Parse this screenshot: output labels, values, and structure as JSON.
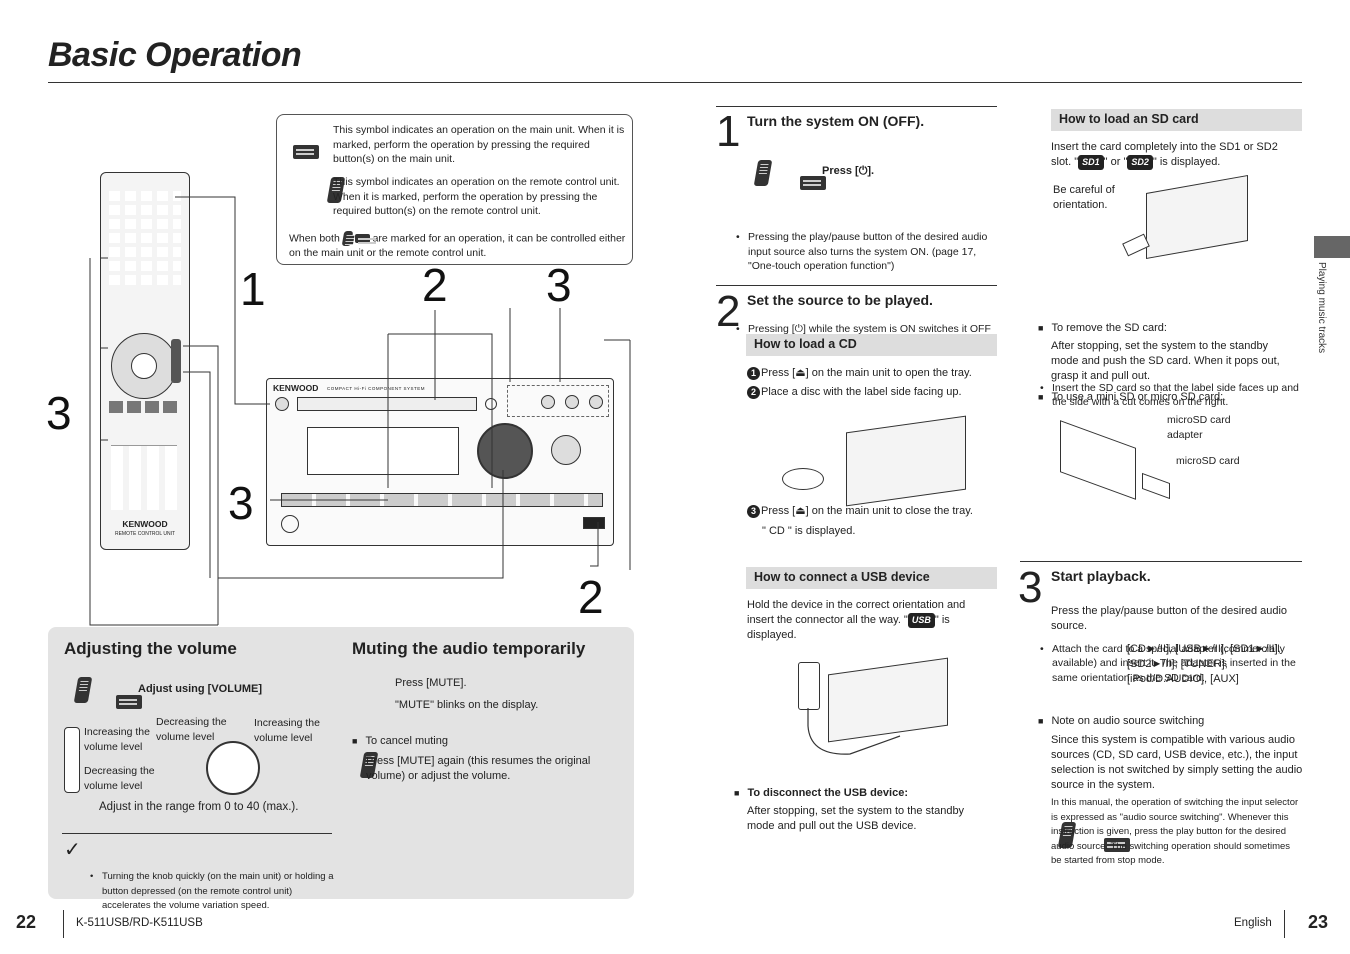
{
  "page": {
    "title": "Basic Operation",
    "side_label": "Playing music tracks",
    "footer": {
      "left_page": "22",
      "model": "K-511USB/RD-K511USB",
      "language": "English",
      "right_page": "23"
    }
  },
  "legend": {
    "main_unit_text": "This symbol indicates an operation on the main unit. When it is marked, perform the operation by pressing the required button(s) on the main unit.",
    "remote_text": "This symbol indicates an operation on the remote control unit. When it is marked, perform the operation by pressing the required button(s) on the remote control unit.",
    "both_prefix": "When both",
    "both_suffix": "are marked for an operation, it can be controlled either on the main unit or the remote control unit."
  },
  "callouts": [
    "1",
    "2",
    "3",
    "3",
    "3",
    "2"
  ],
  "device": {
    "brand": "KENWOOD",
    "system_label": "COMPACT Hi-Fi COMPONENT SYSTEM",
    "remote_brand": "KENWOOD",
    "remote_label": "REMOTE CONTROL UNIT"
  },
  "volume": {
    "heading": "Adjusting the volume",
    "adjust_label": "Adjust using [VOLUME]",
    "increasing_remote": "Increasing the volume level",
    "decreasing_remote": "Decreasing the volume level",
    "decreasing_knob": "Decreasing the volume level",
    "increasing_knob": "Increasing the volume level",
    "range": "Adjust in the range from 0 to 40 (max.).",
    "note": "Turning the knob quickly (on the main unit) or holding a button depressed (on the remote control unit) accelerates the volume variation speed."
  },
  "mute": {
    "heading": "Muting the audio temporarily",
    "press": "Press [MUTE].",
    "blinks": "\"MUTE\" blinks on the display.",
    "cancel_heading": "To cancel muting",
    "cancel_text": "Press [MUTE] again (this resumes the original volume) or adjust the volume."
  },
  "step1": {
    "num": "1",
    "title": "Turn the system ON (OFF).",
    "press": "Press [⏻].",
    "bullet1": "Pressing the play/pause button of the desired audio input source also turns the system ON. (page 17, \"One-touch operation function\")",
    "bullet2": "Pressing [⏻] while the system is ON switches it OFF (standby mode)."
  },
  "step2": {
    "num": "2",
    "title": "Set the source to be played.",
    "cd_heading": "How to load a CD",
    "cd_1": "Press [⏏] on the main unit to open the tray.",
    "cd_2": "Place a disc with the label side facing up.",
    "cd_3": "Press [⏏] on the main unit to close the tray.",
    "cd_displayed": "\" CD \" is displayed.",
    "usb_heading": "How to connect a USB device",
    "usb_text_a": "Hold the device in the correct orientation and insert the connector all the way. \"",
    "usb_badge": "USB",
    "usb_text_b": "\" is displayed.",
    "usb_disconnect_heading": "To disconnect the USB device:",
    "usb_disconnect_text": "After stopping, set the system to the standby mode and pull out the USB device."
  },
  "sd": {
    "heading": "How to load an SD card",
    "intro_a": "Insert the card completely into the SD1 or SD2 slot. \"",
    "sd1": "SD1",
    "intro_mid": "\" or \"",
    "sd2": "SD2",
    "intro_b": "\" is displayed.",
    "careful": "Be careful of orientation.",
    "insert_bullet": "Insert the SD card so that the label side faces up and the side with a cut comes on the right.",
    "remove_heading": "To remove the SD card:",
    "remove_text": "After stopping, set the system to the standby mode and push the SD card. When it pops out, grasp it and pull out.",
    "mini_heading": "To use a mini SD or micro SD card:",
    "adapter_label": "microSD card adapter",
    "card_label": "microSD card",
    "attach_bullet": "Attach the card to a special adapter (commercially available) and insert it. The adapter is inserted in the same orientation as the SD card."
  },
  "step3": {
    "num": "3",
    "title": "Start playback.",
    "text": "Press the play/pause button of the desired audio source.",
    "sources": "[CD►/II], [USB►/II], [SD1►/II], [SD2►/II], [TUNER], [iPod/D.AUDIO], [AUX]",
    "note_heading": "Note on audio source switching",
    "note_text": "Since this system is compatible with various audio sources (CD, SD card, USB device, etc.), the input selection is not switched by simply setting the audio source in the system.",
    "note_small": "In this manual, the operation of switching the input selector is expressed as \"audio source switching\". Whenever this instruction is given, press the play button for the desired audio source. The switching operation should sometimes be started from stop mode."
  }
}
